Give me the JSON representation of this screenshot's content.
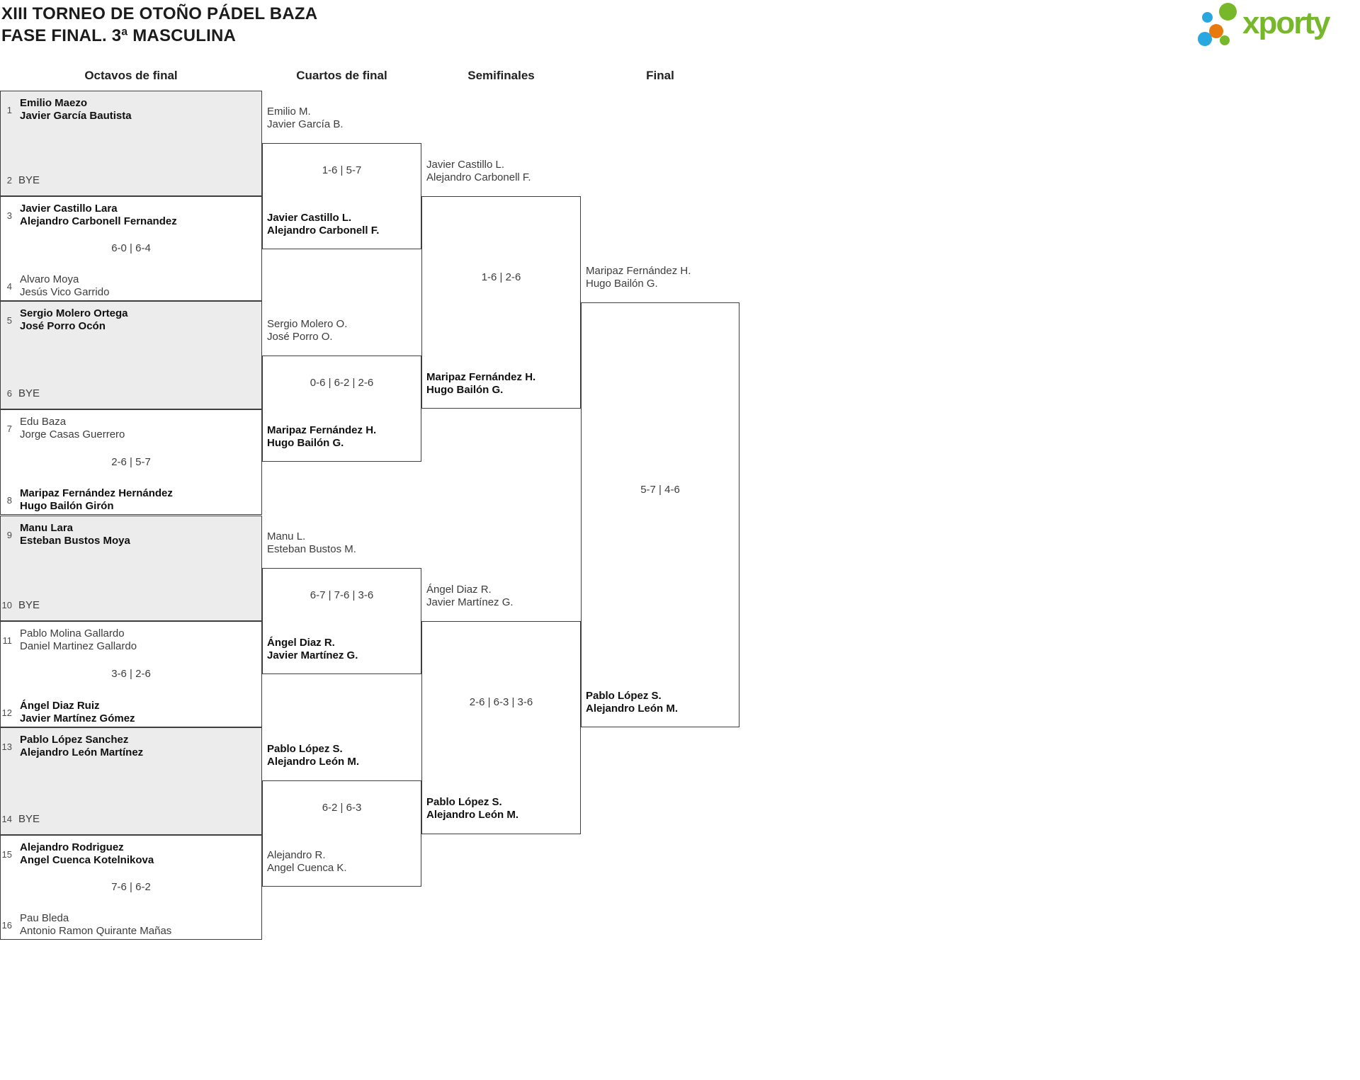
{
  "title": {
    "line1": "XIII TORNEO DE OTOÑO PÁDEL BAZA",
    "line2": "FASE FINAL. 3ª MASCULINA"
  },
  "logo": {
    "text": "xporty",
    "colors": {
      "green": "#76b82a",
      "blue": "#29a7e0",
      "orange": "#e7790f"
    }
  },
  "round_headers": [
    "Octavos de final",
    "Cuartos de final",
    "Semifinales",
    "Final"
  ],
  "octavos": {
    "matches": [
      {
        "seed_top": "1",
        "team_top": [
          "Emilio Maezo",
          "Javier García Bautista"
        ],
        "top_winner": true,
        "seed_bottom": "2",
        "bye": true,
        "bye_label": "BYE"
      },
      {
        "seed_top": "3",
        "team_top": [
          "Javier Castillo Lara",
          "Alejandro Carbonell Fernandez"
        ],
        "top_winner": true,
        "seed_bottom": "4",
        "team_bottom": [
          "Alvaro Moya",
          "Jesús Vico Garrido"
        ],
        "bottom_winner": false,
        "score": "6-0 | 6-4"
      },
      {
        "seed_top": "5",
        "team_top": [
          "Sergio Molero Ortega",
          "José Porro Ocón"
        ],
        "top_winner": true,
        "seed_bottom": "6",
        "bye": true,
        "bye_label": "BYE"
      },
      {
        "seed_top": "7",
        "team_top": [
          "Edu Baza",
          "Jorge Casas Guerrero"
        ],
        "top_winner": false,
        "seed_bottom": "8",
        "team_bottom": [
          "Maripaz Fernández Hernández",
          "Hugo Bailón Girón"
        ],
        "bottom_winner": true,
        "score": "2-6 | 5-7"
      },
      {
        "seed_top": "9",
        "team_top": [
          "Manu Lara",
          "Esteban Bustos Moya"
        ],
        "top_winner": true,
        "seed_bottom": "10",
        "bye": true,
        "bye_label": "BYE"
      },
      {
        "seed_top": "11",
        "team_top": [
          "Pablo Molina Gallardo",
          "Daniel Martinez Gallardo"
        ],
        "top_winner": false,
        "seed_bottom": "12",
        "team_bottom": [
          "Ángel Diaz Ruiz",
          "Javier Martínez Gómez"
        ],
        "bottom_winner": true,
        "score": "3-6 | 2-6"
      },
      {
        "seed_top": "13",
        "team_top": [
          "Pablo López Sanchez",
          "Alejandro León Martínez"
        ],
        "top_winner": true,
        "seed_bottom": "14",
        "bye": true,
        "bye_label": "BYE"
      },
      {
        "seed_top": "15",
        "team_top": [
          "Alejandro Rodriguez",
          "Angel Cuenca Kotelnikova"
        ],
        "top_winner": true,
        "seed_bottom": "16",
        "team_bottom": [
          "Pau Bleda",
          "Antonio Ramon Quirante Mañas"
        ],
        "bottom_winner": false,
        "score": "7-6 | 6-2"
      }
    ]
  },
  "cuartos": {
    "matches": [
      {
        "team_top": [
          "Emilio M.",
          "Javier García B."
        ],
        "top_winner": false,
        "team_bottom": [
          "Javier Castillo L.",
          "Alejandro Carbonell F."
        ],
        "bottom_winner": true,
        "score": "1-6 | 5-7"
      },
      {
        "team_top": [
          "Sergio Molero O.",
          "José Porro O."
        ],
        "top_winner": false,
        "team_bottom": [
          "Maripaz Fernández H.",
          "Hugo Bailón G."
        ],
        "bottom_winner": true,
        "score": "0-6 | 6-2 | 2-6"
      },
      {
        "team_top": [
          "Manu L.",
          "Esteban Bustos M."
        ],
        "top_winner": false,
        "team_bottom": [
          "Ángel Diaz R.",
          "Javier Martínez G."
        ],
        "bottom_winner": true,
        "score": "6-7 | 7-6 | 3-6"
      },
      {
        "team_top": [
          "Pablo López S.",
          "Alejandro León M."
        ],
        "top_winner": true,
        "team_bottom": [
          "Alejandro R.",
          "Angel Cuenca K."
        ],
        "bottom_winner": false,
        "score": "6-2 | 6-3"
      }
    ]
  },
  "semifinales": {
    "matches": [
      {
        "team_top": [
          "Javier Castillo L.",
          "Alejandro Carbonell F."
        ],
        "top_winner": false,
        "team_bottom": [
          "Maripaz Fernández H.",
          "Hugo Bailón G."
        ],
        "bottom_winner": true,
        "score": "1-6 | 2-6"
      },
      {
        "team_top": [
          "Ángel Diaz R.",
          "Javier Martínez G."
        ],
        "top_winner": false,
        "team_bottom": [
          "Pablo López S.",
          "Alejandro León M."
        ],
        "bottom_winner": true,
        "score": "2-6 | 6-3 | 3-6"
      }
    ]
  },
  "final": {
    "team_top": [
      "Maripaz Fernández H.",
      "Hugo Bailón G."
    ],
    "top_winner": false,
    "team_bottom": [
      "Pablo López S.",
      "Alejandro León M."
    ],
    "bottom_winner": true,
    "score": "5-7 | 4-6"
  }
}
